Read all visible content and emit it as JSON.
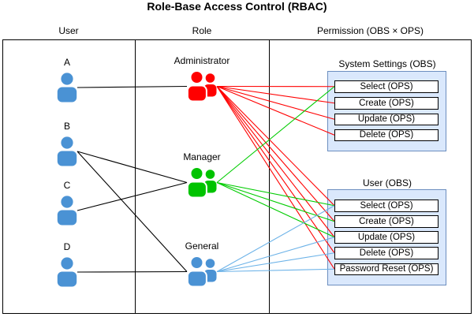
{
  "title": "Role-Base Access Control (RBAC)",
  "columns": {
    "user": "User",
    "role": "Role",
    "permission": "Permission (OBS × OPS)"
  },
  "users": [
    {
      "label": "A"
    },
    {
      "label": "B"
    },
    {
      "label": "C"
    },
    {
      "label": "D"
    }
  ],
  "roles": [
    {
      "label": "Administrator"
    },
    {
      "label": "Manager"
    },
    {
      "label": "General"
    }
  ],
  "permission_groups": [
    {
      "label": "System Settings (OBS)",
      "operations": [
        "Select (OPS)",
        "Create (OPS)",
        "Update (OPS)",
        "Delete (OPS)"
      ]
    },
    {
      "label": "User (OBS)",
      "operations": [
        "Select (OPS)",
        "Create (OPS)",
        "Update (OPS)",
        "Delete (OPS)",
        "Password Reset (OPS)"
      ]
    }
  ],
  "colors": {
    "user_icon": "#4a92d4",
    "administrator": "#ff0000",
    "manager": "#00c300",
    "general": "#4a92d4",
    "assignment_line": "#000000",
    "administrator_line": "#ff0000",
    "manager_line": "#00cc00",
    "general_line": "#6db3e8",
    "container_fill": "#dae8fc",
    "container_border": "#6c8ebf"
  },
  "connections": {
    "assignments": [
      [
        "user-a",
        "role-administrator"
      ],
      [
        "user-b",
        "role-manager"
      ],
      [
        "user-b",
        "role-general"
      ],
      [
        "user-c",
        "role-manager"
      ],
      [
        "user-d",
        "role-general"
      ]
    ],
    "grants": [
      {
        "role": "role-administrator",
        "color": "#ff0000",
        "targets": [
          "ss-select",
          "ss-create",
          "ss-update",
          "ss-delete",
          "usr-select",
          "usr-create",
          "usr-update",
          "usr-delete",
          "usr-password-reset"
        ]
      },
      {
        "role": "role-manager",
        "color": "#00cc00",
        "targets": [
          "ss-select",
          "usr-select",
          "usr-create",
          "usr-update"
        ]
      },
      {
        "role": "role-general",
        "color": "#6db3e8",
        "targets": [
          "usr-select",
          "usr-update",
          "usr-delete",
          "usr-password-reset"
        ]
      }
    ]
  }
}
